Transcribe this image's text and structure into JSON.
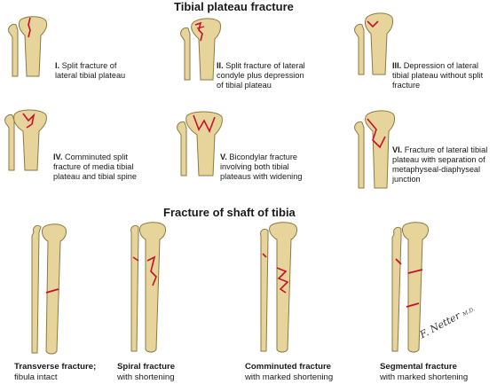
{
  "plateau": {
    "title": "Tibial plateau fracture",
    "items": [
      {
        "num": "I.",
        "lines": [
          "Split fracture of",
          "lateral tibial plateau"
        ]
      },
      {
        "num": "II.",
        "lines": [
          "Split fracture of lateral",
          "condyle plus depression",
          "of tibial plateau"
        ]
      },
      {
        "num": "III.",
        "lines": [
          "Depression of lateral",
          "tibial plateau without split",
          "fracture"
        ]
      },
      {
        "num": "IV.",
        "lines": [
          "Comminuted split",
          "fracture of media tibial",
          "plateau and tibial spine"
        ]
      },
      {
        "num": "V.",
        "lines": [
          "Bicondylar fracture",
          "involving both tibial",
          "plateaus with widening"
        ]
      },
      {
        "num": "VI.",
        "lines": [
          "Fracture of lateral tibial",
          "plateau with separation of",
          "metaphyseal-diaphyseal",
          "junction"
        ]
      }
    ]
  },
  "shaft": {
    "title": "Fracture of shaft of tibia",
    "items": [
      {
        "bold": "Transverse fracture;",
        "normal": "fibula intact"
      },
      {
        "bold": "Spiral fracture",
        "normal": "with shortening"
      },
      {
        "bold": "Comminuted fracture",
        "normal": "with marked shortening"
      },
      {
        "bold": "Segmental fracture",
        "normal": "with marked shortening"
      }
    ]
  },
  "signature": {
    "text": "F. Netter",
    "suffix": "M.D."
  },
  "colors": {
    "bone_fill": "#e6d49a",
    "bone_stroke": "#8a7a45",
    "fracture": "#c8102e"
  }
}
